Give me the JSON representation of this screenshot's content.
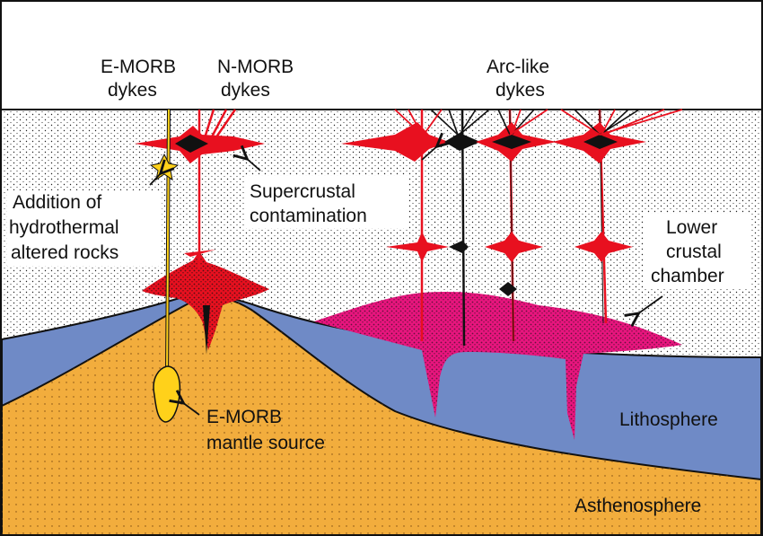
{
  "labels": {
    "emorb_dykes": [
      "E-MORB",
      "dykes"
    ],
    "nmorb_dykes": [
      "N-MORB",
      "dykes"
    ],
    "arc_dykes": [
      "Arc-like",
      "dykes"
    ],
    "hydrothermal": [
      "Addition of",
      "hydrothermal",
      "altered rocks"
    ],
    "supercrustal": [
      "Supercrustal",
      "contamination"
    ],
    "lower_crustal": [
      "Lower",
      "crustal",
      "chamber"
    ],
    "lithosphere": "Lithosphere",
    "emorb_source": [
      "E-MORB",
      "mantle source"
    ],
    "asthenosphere": "Asthenosphere"
  },
  "colors": {
    "crust": "#ffffff",
    "lithosphere": "#6f8ac6",
    "asthenosphere": "#f2ad3d",
    "red_dyke": "#e8101f",
    "pink_chamber": "#e8157e",
    "black_dyke": "#111111",
    "emorb_source": "#ffd11a"
  },
  "icons": [
    "arrow-icon",
    "star-icon"
  ]
}
